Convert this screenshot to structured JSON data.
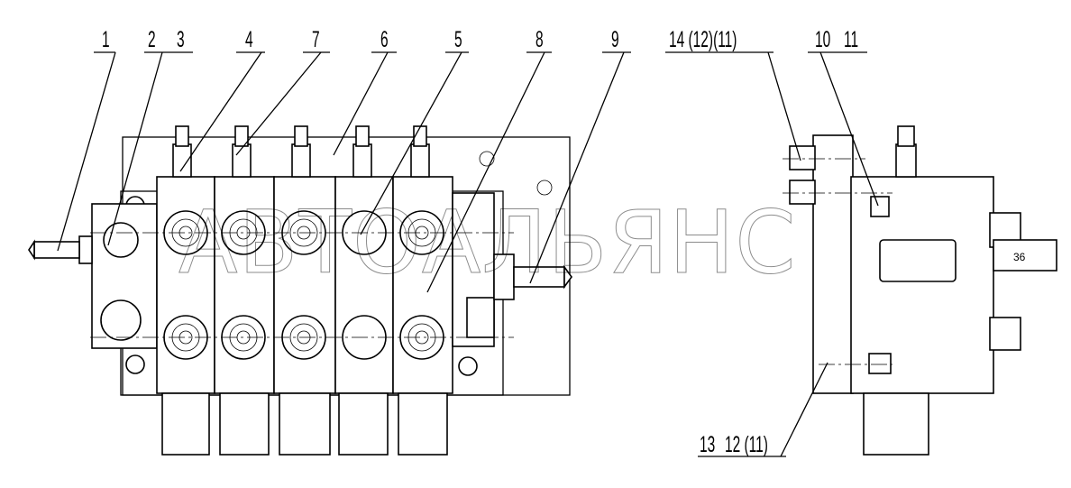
{
  "callouts": {
    "c1": "1",
    "c2": "2",
    "c3": "3",
    "c4": "4",
    "c7": "7",
    "c6": "6",
    "c5": "5",
    "c8": "8",
    "c9": "9",
    "c14": "14 (12)(11)",
    "c10": "10",
    "c11": "11",
    "c13": "13",
    "c12": "12 (11)"
  },
  "watermark": "АВТОАЛЬЯНС",
  "label_plug": "36"
}
